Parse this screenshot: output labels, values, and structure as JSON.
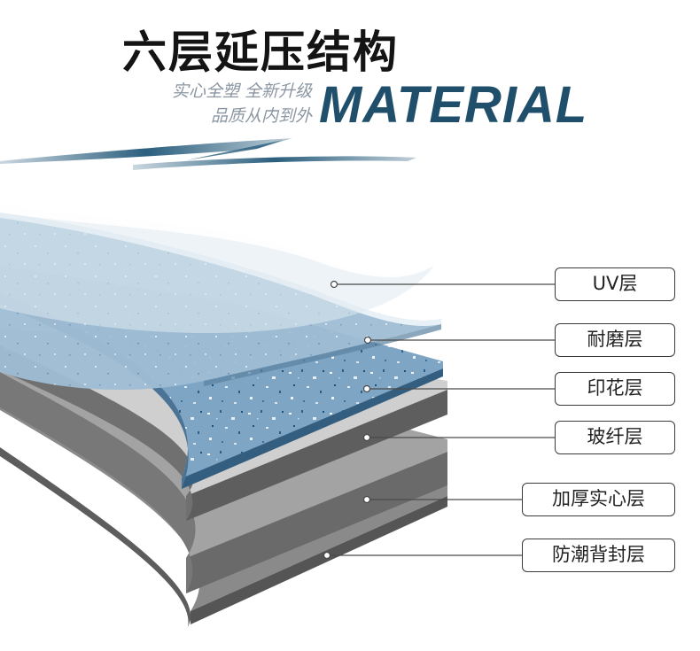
{
  "title": "六层延压结构",
  "subtitle_lines": [
    "实心全塑 全新升级",
    "品质从内到外"
  ],
  "material": "MATERIAL",
  "layers": [
    {
      "label": "UV层"
    },
    {
      "label": "耐磨层"
    },
    {
      "label": "印花层"
    },
    {
      "label": "玻纤层"
    },
    {
      "label": "加厚实心层"
    },
    {
      "label": "防潮背封层"
    }
  ],
  "colors": {
    "title": "#141414",
    "subtitle": "#8a96a2",
    "brand": "#1f4f6b",
    "swoosh": "#2b5f7e",
    "print_layer": "#7da3c2",
    "leader_line": "#4a4a4a"
  }
}
